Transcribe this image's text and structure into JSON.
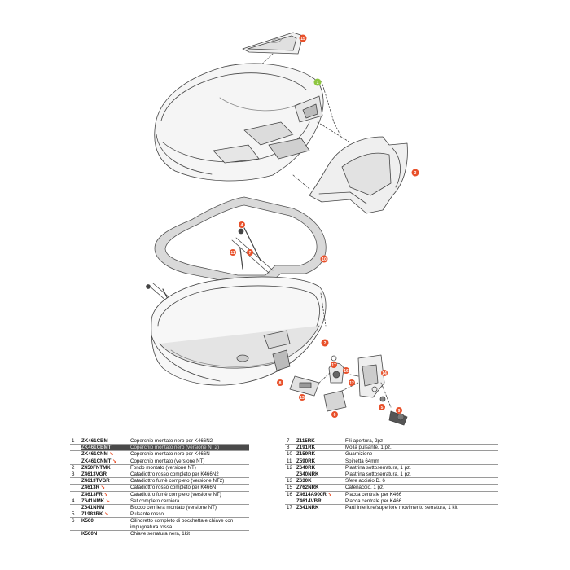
{
  "callouts": [
    "1",
    "2",
    "3",
    "4",
    "5",
    "6",
    "7",
    "8",
    "9",
    "10",
    "11",
    "12",
    "13",
    "14",
    "15",
    "16",
    "17"
  ],
  "colors": {
    "callout_red": "#e8502a",
    "callout_green": "#8dc63f",
    "line_gray": "#444444",
    "gasket_gray": "#d9d9d9",
    "highlight_row": "#4a4a4a"
  },
  "left_table": [
    {
      "num": "1",
      "code": "ZK461CBM",
      "desc": "Coperchio montato nero per K466N2"
    },
    {
      "num": "",
      "code": "ZK461CBMT",
      "desc": "Coperchio montato nero (versione NT2)",
      "highlight": true
    },
    {
      "num": "",
      "code": "ZK461CNM",
      "arrow": "↘",
      "desc": "Coperchio montato nero per K466N"
    },
    {
      "num": "",
      "code": "ZK461CNMT",
      "arrow": "↘",
      "desc": "Coperchio montato (versione NT)"
    },
    {
      "num": "2",
      "code": "Z450FNTMK",
      "desc": "Fondo montato (versione NT)"
    },
    {
      "num": "3",
      "code": "Z4613VGR",
      "desc": "Catadiottro rosso completo per K466N2"
    },
    {
      "num": "",
      "code": "Z4613TVGR",
      "desc": "Catadiottro fumè completo (versione NT2)"
    },
    {
      "num": "",
      "code": "Z4613R",
      "arrow": "↘",
      "desc": "Catadiottro rosso completo per K466N"
    },
    {
      "num": "",
      "code": "Z4613FR",
      "arrow": "↘",
      "desc": "Catadiottro fumè completo (versione NT)"
    },
    {
      "num": "4",
      "code": "Z641NMK",
      "arrow": "↘",
      "desc": "Set completo cerniera"
    },
    {
      "num": "",
      "code": "Z641NNM",
      "desc": "Blocco cerniera montato (versione NT)"
    },
    {
      "num": "5",
      "code": "Z1983RK",
      "arrow": "↘",
      "desc": "Pulsante rosso"
    },
    {
      "num": "6",
      "code": "K500",
      "desc": "Cilindretto completo di bocchetta e chiave con impugnatura rossa",
      "wrap": true
    },
    {
      "num": "",
      "code": "K500N",
      "desc": "Chiave serratura nera, 1kit"
    }
  ],
  "right_table": [
    {
      "num": "7",
      "code": "Z115RK",
      "desc": "Fili apertura, 2pz"
    },
    {
      "num": "8",
      "code": "Z191RK",
      "desc": "Molla pulsante, 1 pz."
    },
    {
      "num": "10",
      "code": "Z159RK",
      "desc": "Guarnizione"
    },
    {
      "num": "11",
      "code": "Z590RK",
      "desc": "Spinetta 64mm"
    },
    {
      "num": "12",
      "code": "Z640RK",
      "desc": "Piastrina sottoserratura, 1 pz."
    },
    {
      "num": "",
      "code": "Z640NRK",
      "desc": "Piastrina sottoserratura, 1 pz."
    },
    {
      "num": "13",
      "code": "Z630K",
      "desc": "Sfere acciaio D. 6"
    },
    {
      "num": "15",
      "code": "Z762NRK",
      "desc": "Catenaccio, 1 pz."
    },
    {
      "num": "16",
      "code": "Z4614A900R",
      "arrow": "↘",
      "desc": "Placca centrale per K466"
    },
    {
      "num": "",
      "code": "Z4614VBR",
      "desc": "Placca centrale per K466"
    },
    {
      "num": "17",
      "code": "Z641NRK",
      "desc": "Parti inferiore/superiore movimento serratura, 1 kit",
      "wrap": true
    }
  ]
}
